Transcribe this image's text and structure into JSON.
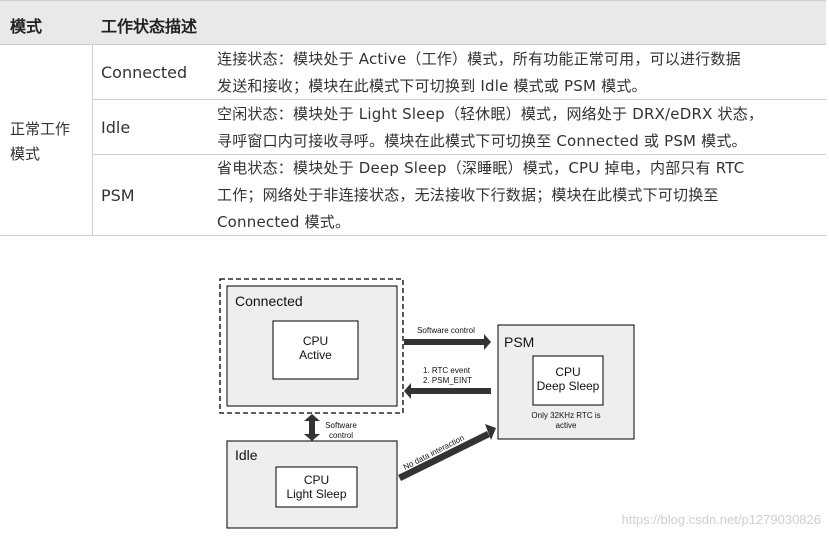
{
  "table": {
    "headers": {
      "mode": "模式",
      "description": "工作状态描述"
    },
    "mode_label": "正常工作模式",
    "mode_lines": [
      "正常工作",
      "模式"
    ],
    "rows": [
      {
        "name": "Connected",
        "lines": [
          "连接状态：模块处于 Active（工作）模式，所有功能正常可用，可以进行数据",
          "发送和接收；模块在此模式下可切换到 Idle 模式或 PSM 模式。"
        ]
      },
      {
        "name": "Idle",
        "lines": [
          "空闲状态：模块处于 Light Sleep（轻休眠）模式，网络处于 DRX/eDRX 状态，",
          "寻呼窗口内可接收寻呼。模块在此模式下可切换至 Connected 或 PSM 模式。"
        ]
      },
      {
        "name": "PSM",
        "lines": [
          "省电状态：模块处于 Deep Sleep（深睡眠）模式，CPU 掉电，内部只有 RTC",
          "工作；网络处于非连接状态，无法接收下行数据；模块在此模式下可切换至",
          "Connected 模式。"
        ]
      }
    ]
  },
  "diagram": {
    "connected": {
      "title": "Connected",
      "cpu_lines": [
        "CPU",
        "Active"
      ]
    },
    "psm": {
      "title": "PSM",
      "cpu_lines": [
        "CPU",
        "Deep Sleep"
      ],
      "note_lines": [
        "Only 32KHz RTC is",
        "active"
      ]
    },
    "idle": {
      "title": "Idle",
      "cpu_lines": [
        "CPU",
        "Light Sleep"
      ]
    },
    "arrows": {
      "to_psm": "Software control",
      "from_psm_lines": [
        "1. RTC event",
        "2. PSM_EINT"
      ],
      "vertical_lines": [
        "Software",
        "control"
      ],
      "idle_to_psm": "No data interaction"
    }
  },
  "watermark": "https://blog.csdn.net/p1279030826"
}
